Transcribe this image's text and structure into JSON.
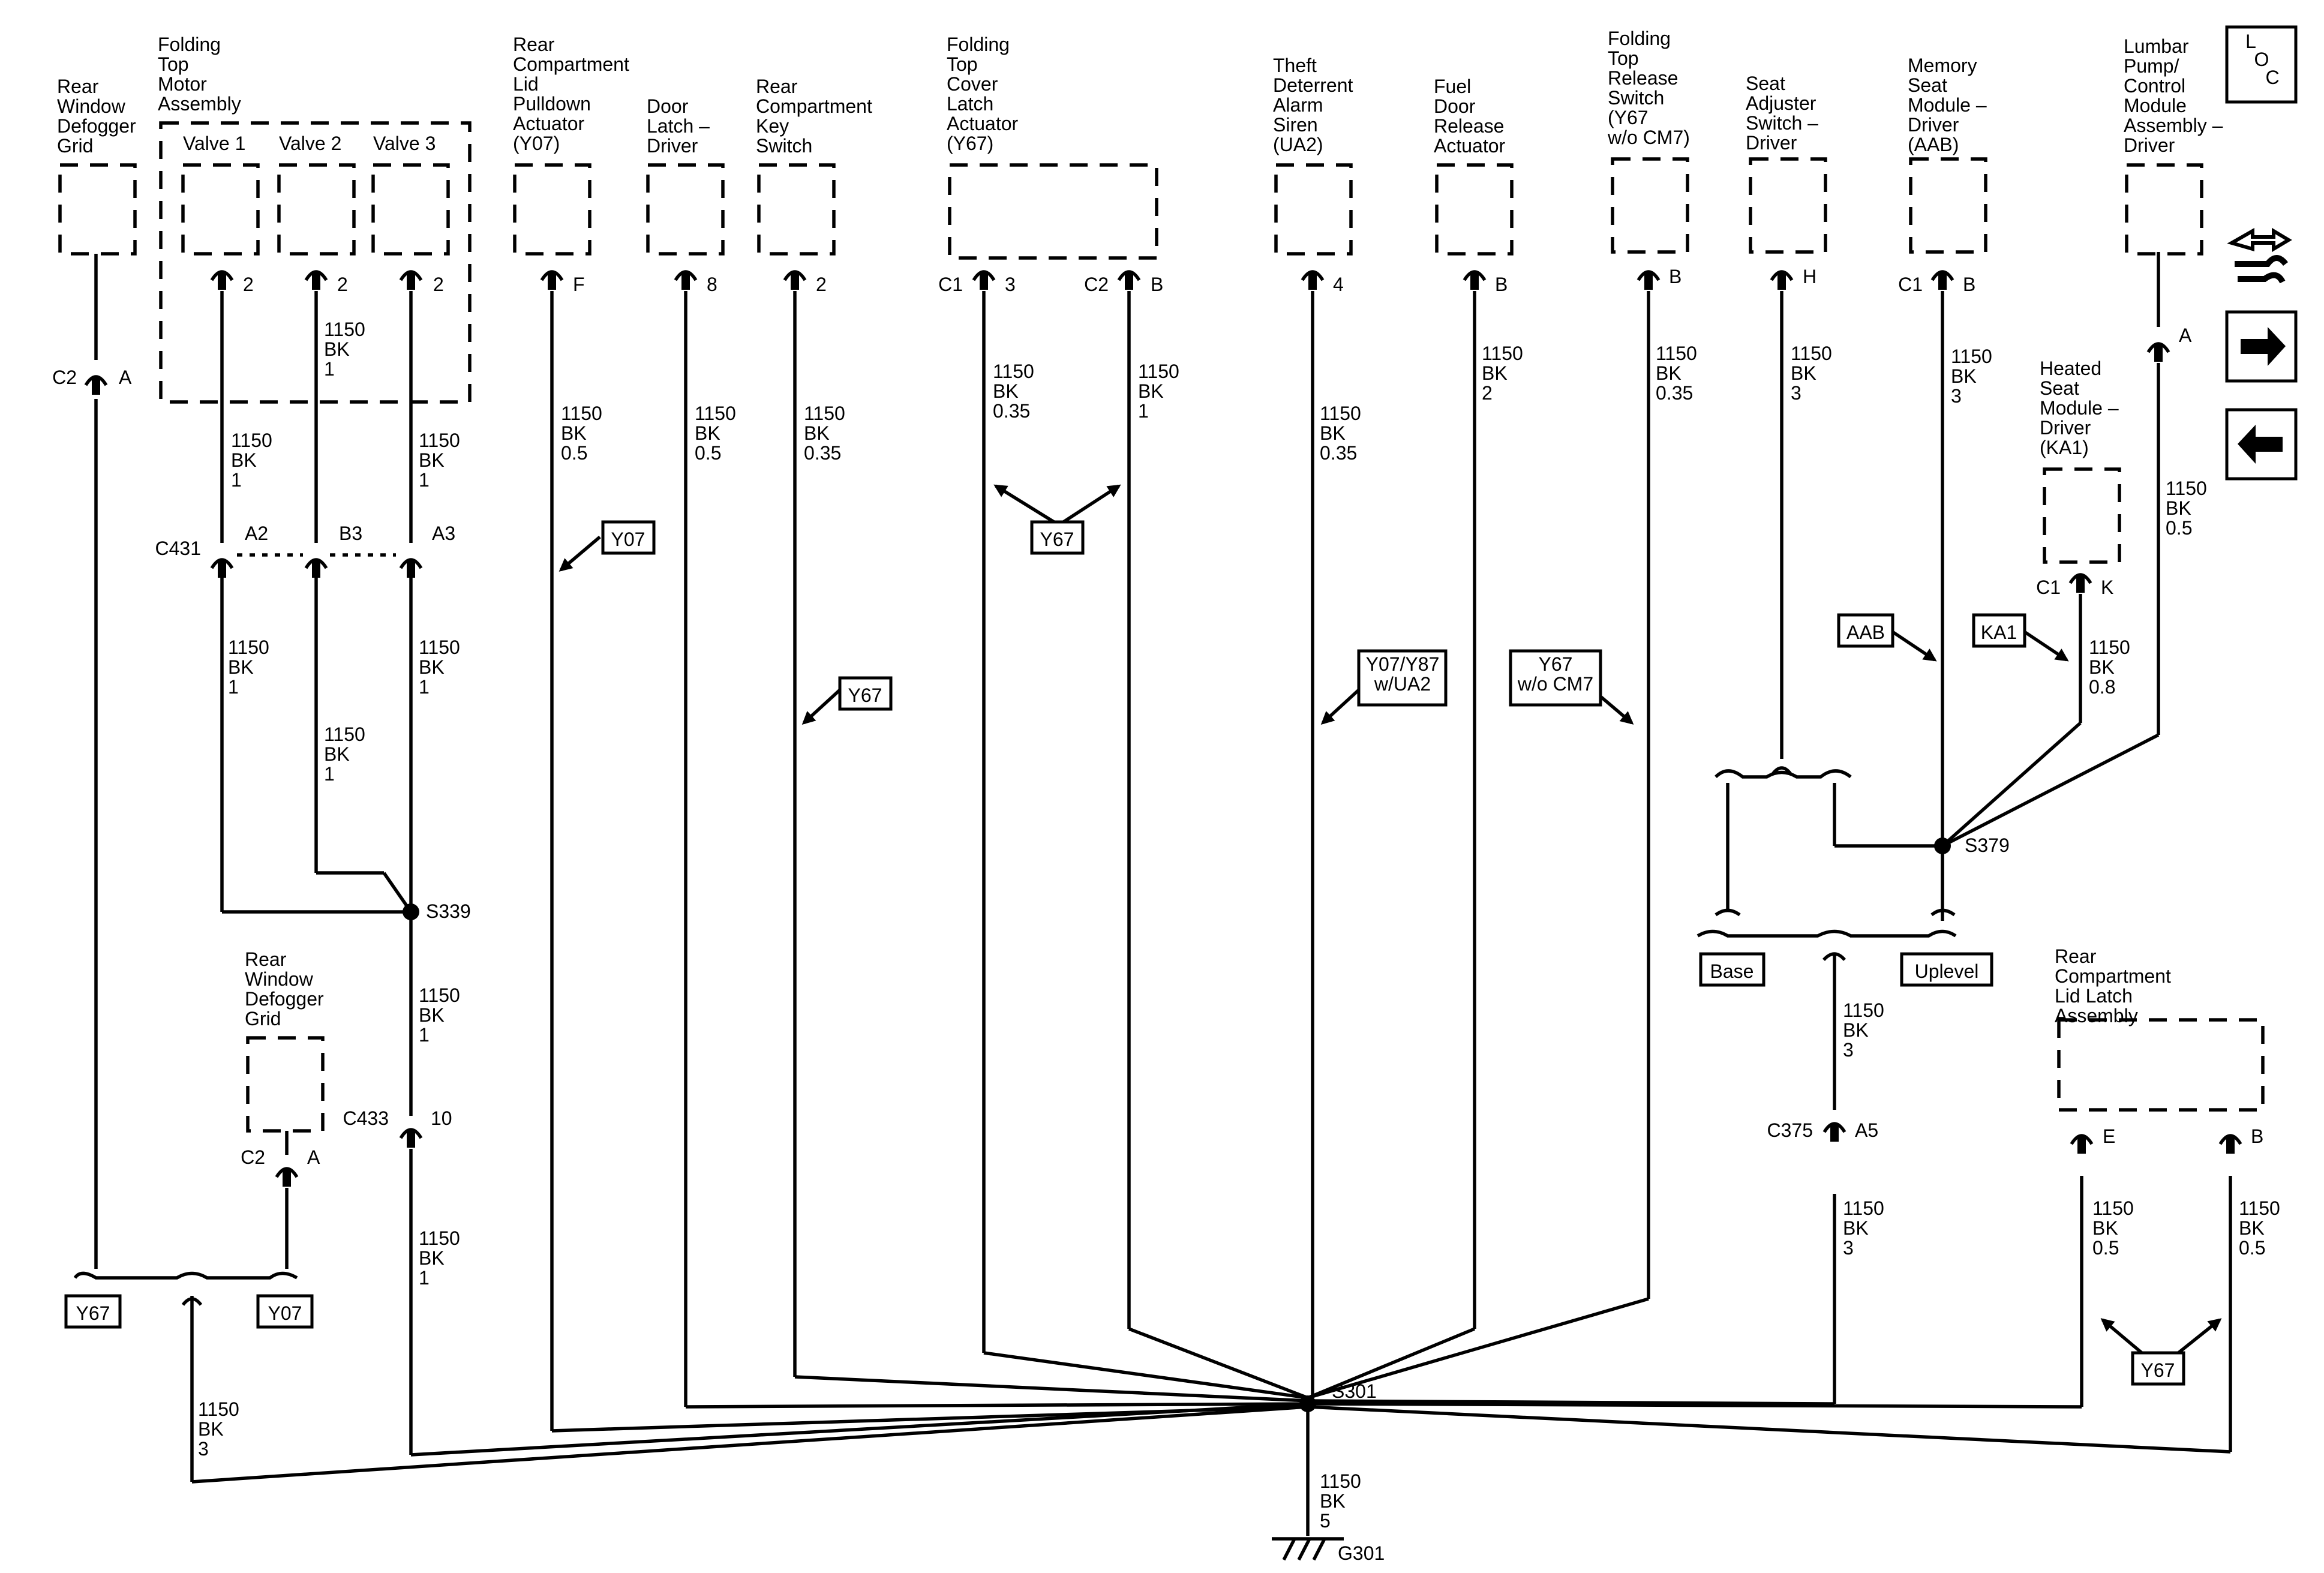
{
  "components": {
    "rear_window_defogger_grid_top": "Rear\nWindow\nDefogger\nGrid",
    "folding_top_motor_assembly": "Folding\nTop\nMotor\nAssembly",
    "valve_1": "Valve 1",
    "valve_2": "Valve 2",
    "valve_3": "Valve 3",
    "rear_compartment_lid_pulldown_actuator": "Rear\nCompartment\nLid\nPulldown\nActuator\n(Y07)",
    "door_latch_driver": "Door\nLatch –\nDriver",
    "rear_compartment_key_switch": "Rear\nCompartment\nKey\nSwitch",
    "folding_top_cover_latch_actuator": "Folding\nTop\nCover\nLatch\nActuator\n(Y67)",
    "theft_deterrent_alarm_siren": "Theft\nDeterrent\nAlarm\nSiren\n(UA2)",
    "fuel_door_release_actuator": "Fuel\nDoor\nRelease\nActuator",
    "folding_top_release_switch": "Folding\nTop\nRelease\nSwitch\n(Y67\nw/o CM7)",
    "seat_adjuster_switch_driver": "Seat\nAdjuster\nSwitch –\nDriver",
    "memory_seat_module_driver": "Memory\nSeat\nModule –\nDriver\n(AAB)",
    "lumbar_pump_control_module": "Lumbar\nPump/\nControl\nModule\nAssembly –\nDriver",
    "heated_seat_module_driver": "Heated\nSeat\nModule –\nDriver\n(KA1)",
    "rear_window_defogger_grid_lower": "Rear\nWindow\nDefogger\nGrid",
    "rear_compartment_lid_latch_assembly": "Rear\nCompartment\nLid Latch\nAssembly"
  },
  "pins": {
    "defog_c2": "C2",
    "defog_a": "A",
    "valve1_pin": "2",
    "valve2_pin": "2",
    "valve3_pin": "2",
    "pulldown_pin": "F",
    "door_latch_pin": "8",
    "key_switch_pin": "2",
    "cover_c1": "C1",
    "cover_3": "3",
    "cover_c2": "C2",
    "cover_b": "B",
    "siren_pin": "4",
    "fuel_pin": "B",
    "release_pin": "B",
    "seat_adj_pin": "H",
    "memory_c1": "C1",
    "memory_b": "B",
    "lumbar_a": "A",
    "heated_c1": "C1",
    "heated_k": "K",
    "c431": "C431",
    "c431_a2": "A2",
    "c431_b3": "B3",
    "c431_a3": "A3",
    "c433": "C433",
    "c433_10": "10",
    "defog2_c2": "C2",
    "defog2_a": "A",
    "c375": "C375",
    "c375_a5": "A5",
    "latch_e": "E",
    "latch_b": "B"
  },
  "wires": {
    "valve2_wire": "1150\nBK\n1",
    "valve1_c431": "1150\nBK\n1",
    "valve3_c431": "1150\nBK\n1",
    "c431_a2_s339": "1150\nBK\n1",
    "c431_b3_s339": "1150\nBK\n1",
    "c431_a3_s339": "1150\nBK\n1",
    "s339_c433": "1150\nBK\n1",
    "c433_s301": "1150\nBK\n1",
    "pulldown_wire": "1150\nBK\n0.5",
    "door_latch_wire": "1150\nBK\n0.5",
    "key_switch_wire": "1150\nBK\n0.35",
    "cover_3_wire": "1150\nBK\n0.35",
    "cover_b_wire": "1150\nBK\n1",
    "siren_wire": "1150\nBK\n0.35",
    "fuel_wire": "1150\nBK\n2",
    "release_wire": "1150\nBK\n0.35",
    "seat_adj_wire": "1150\nBK\n3",
    "memory_wire": "1150\nBK\n3",
    "lumbar_wire": "1150\nBK\n0.5",
    "heated_wire": "1150\nBK\n0.8",
    "c375_upper": "1150\nBK\n3",
    "c375_lower": "1150\nBK\n3",
    "latch_e_wire": "1150\nBK\n0.5",
    "latch_b_wire": "1150\nBK\n0.5",
    "defog_wire": "1150\nBK\n3",
    "ground_wire": "1150\nBK\n5"
  },
  "splices": {
    "s339": "S339",
    "s379": "S379",
    "s301": "S301"
  },
  "ground": "G301",
  "options": {
    "y07_a": "Y07",
    "y67_cover": "Y67",
    "y67_key": "Y67",
    "y07_y87_ua2": "Y07/Y87\nw/UA2",
    "y67_wo_cm7": "Y67\nw/o CM7",
    "aab": "AAB",
    "ka1": "KA1",
    "base": "Base",
    "uplevel": "Uplevel",
    "y67_defog": "Y67",
    "y07_defog": "Y07",
    "y67_latch": "Y67"
  },
  "nav": {
    "loc_icon": "L\nO\nC"
  }
}
